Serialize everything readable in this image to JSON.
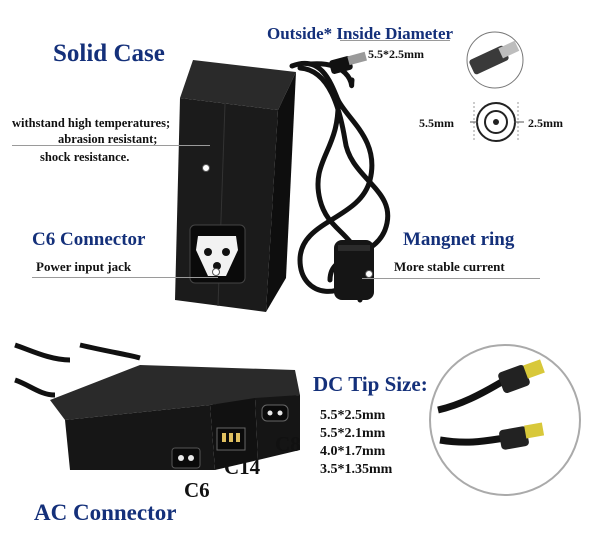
{
  "top": {
    "solid_case": "Solid Case",
    "diameter_title": "Outside* Inside Diameter",
    "diameter_value": "5.5*2.5mm",
    "outer_dim": "5.5mm",
    "inner_dim": "2.5mm"
  },
  "features": [
    "withstand high temperatures;",
    "abrasion resistant;",
    "shock resistance."
  ],
  "c6": {
    "title": "C6 Connector",
    "desc": "Power input jack"
  },
  "ring": {
    "title": "Mangnet ring",
    "desc": "More stable current"
  },
  "bottom": {
    "tip_title": "DC Tip Size:",
    "sizes": [
      "5.5*2.5mm",
      "5.5*2.1mm",
      "4.0*1.7mm",
      "3.5*1.35mm"
    ],
    "c8": "C8",
    "c14": "C14",
    "c6": "C6",
    "ac_connector": "AC Connector"
  },
  "colors": {
    "navy": "#14307a",
    "black": "#111111",
    "adapter": "#1a1a1a"
  }
}
